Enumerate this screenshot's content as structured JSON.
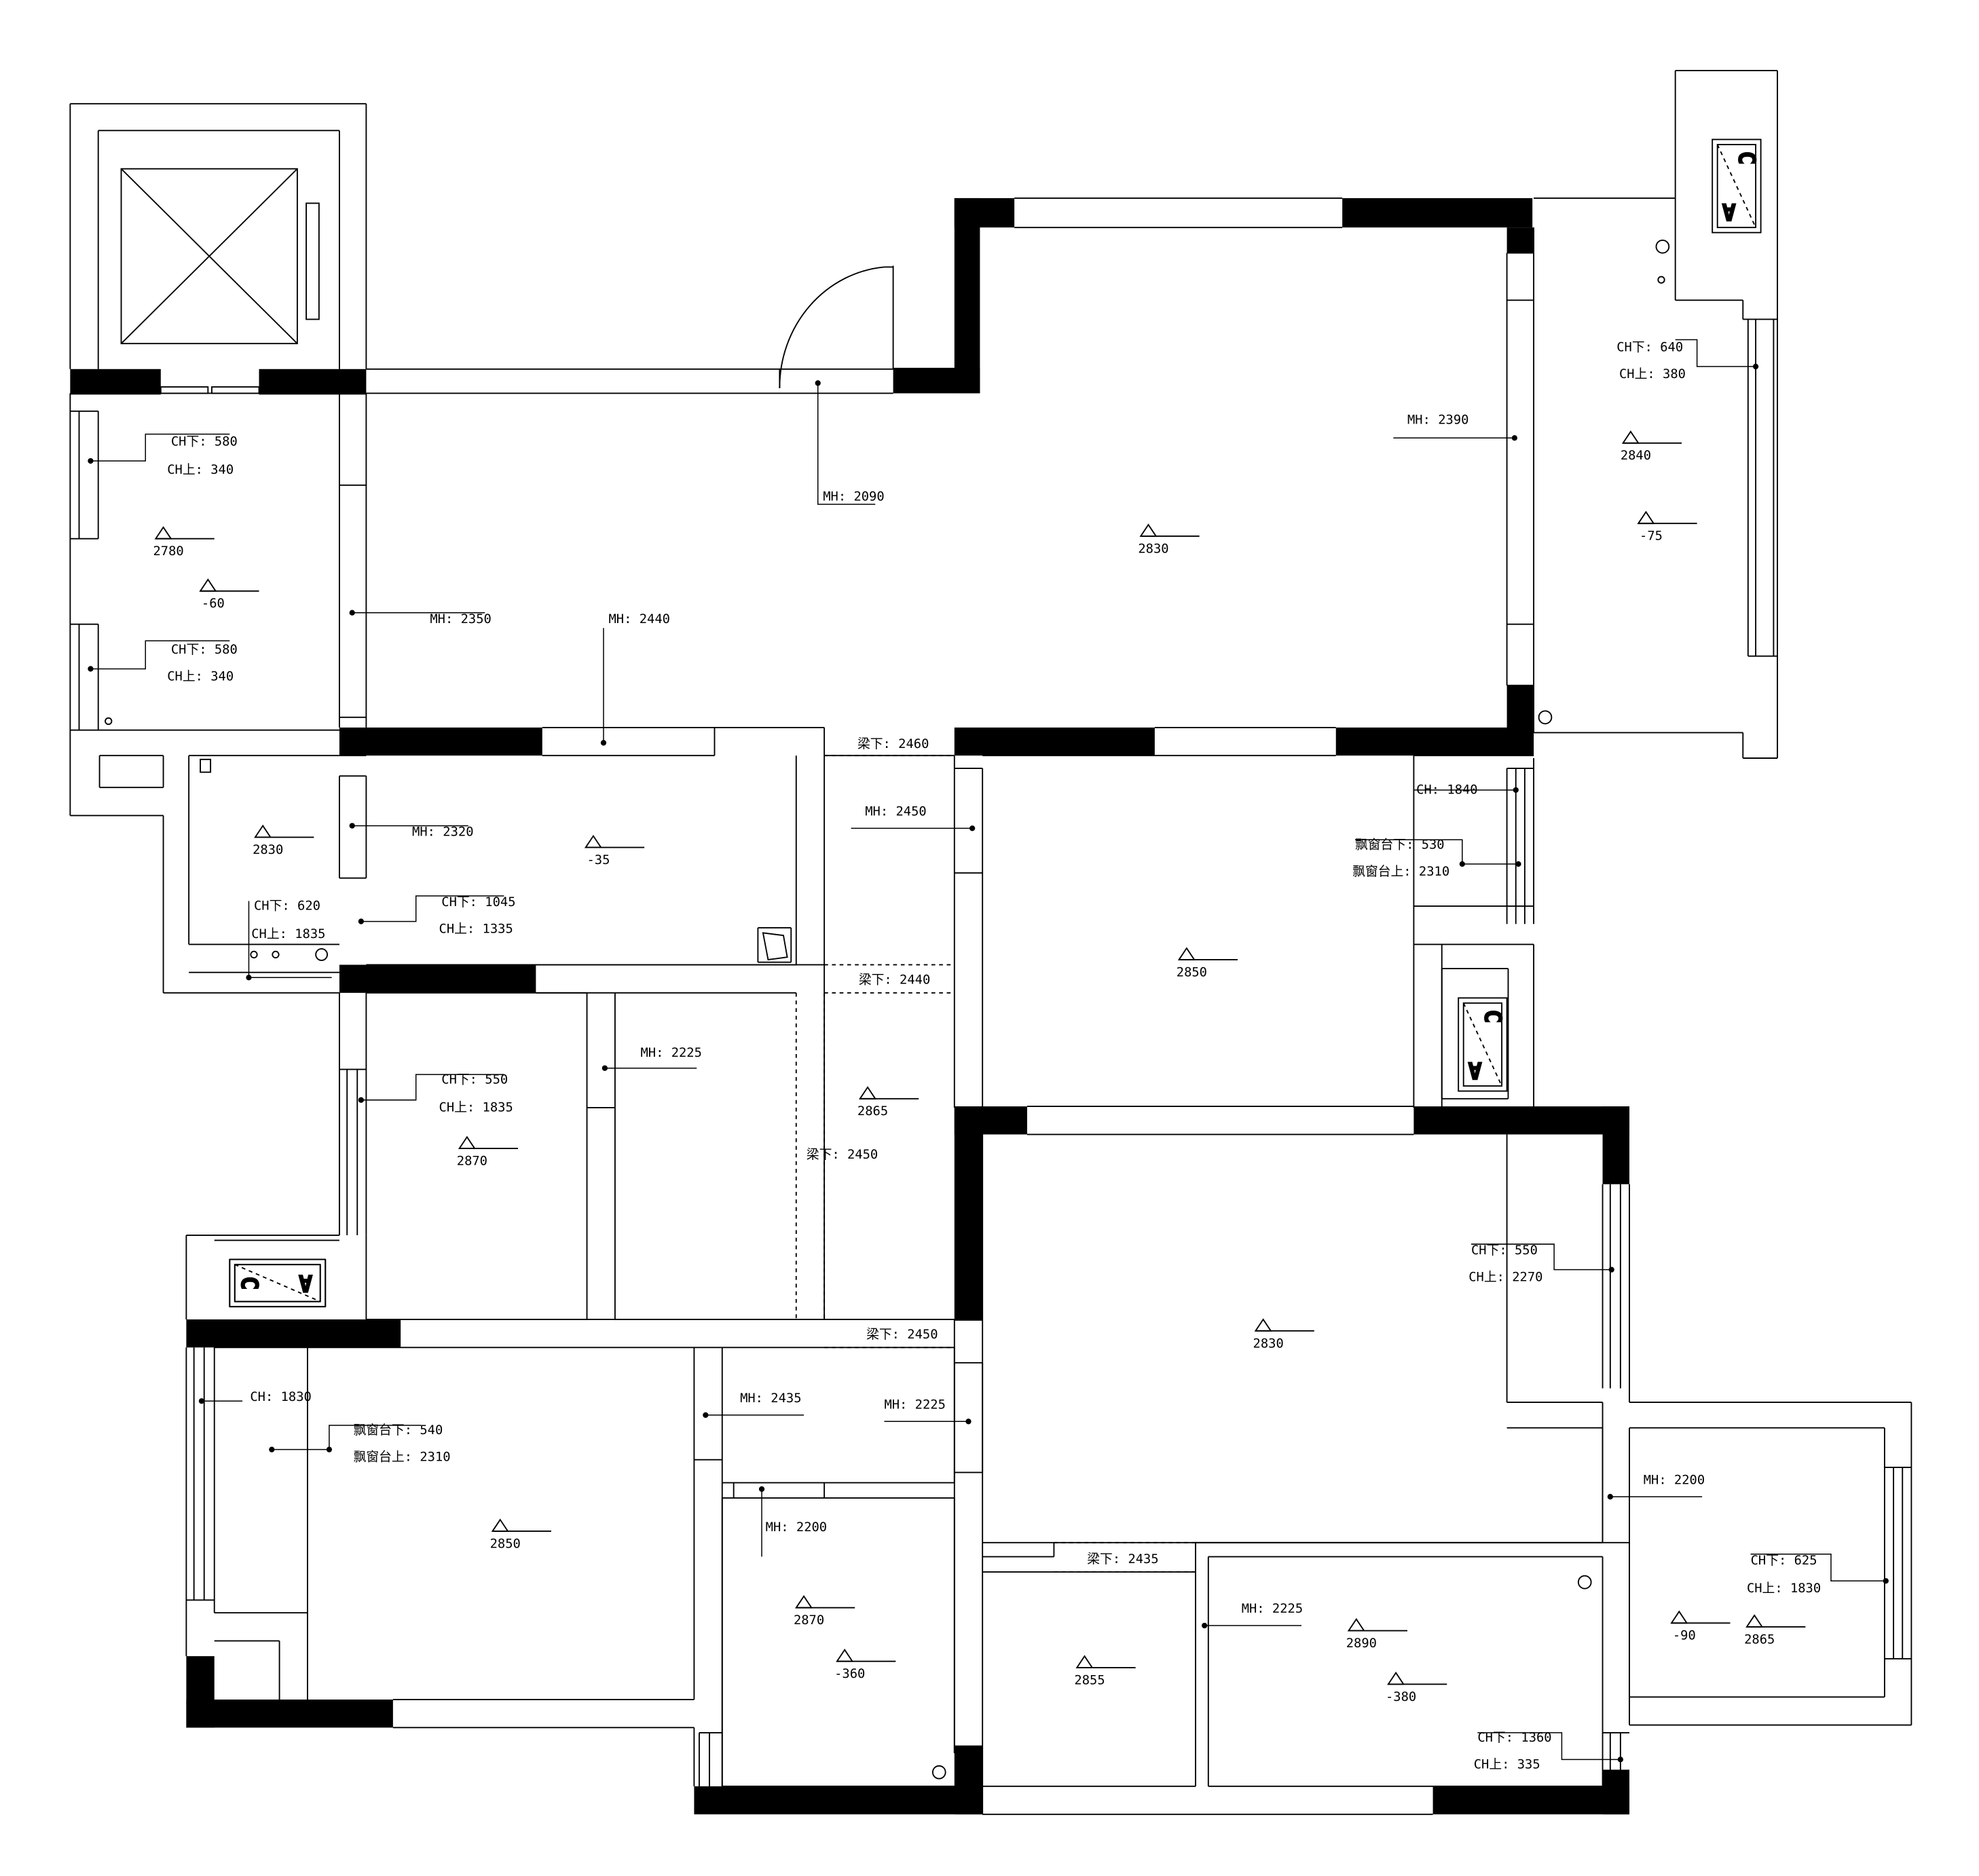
{
  "plan": {
    "colors": {
      "wall": "#000000",
      "line": "#000000",
      "background": "#ffffff"
    },
    "symbols": {
      "elevator": "elevator-icon",
      "door": "door-swing-icon",
      "level": "level-triangle-icon",
      "shaft": "shaft-box-icon"
    },
    "shafts": [
      {
        "top": "C",
        "bottom": "A"
      },
      {
        "top": "C",
        "bottom": "A"
      },
      {
        "top": "C",
        "bottom": "A"
      }
    ],
    "mh_labels": [
      "MH: 2090",
      "MH: 2390",
      "MH: 2350",
      "MH: 2440",
      "MH: 2320",
      "MH: 2450",
      "MH: 2225",
      "MH: 2435",
      "MH: 2225",
      "MH: 2200",
      "MH: 2225",
      "MH: 2200"
    ],
    "beam_labels": [
      "梁下: 2460",
      "梁下: 2440",
      "梁下: 2450",
      "梁下: 2450",
      "梁下: 2435"
    ],
    "ch_labels": [
      "CH下: 580",
      "CH上: 340",
      "CH下: 580",
      "CH上: 340",
      "CH下: 640",
      "CH上: 380",
      "CH下: 620",
      "CH上: 1835",
      "CH下: 1045",
      "CH上: 1335",
      "CH: 1840",
      "CH下: 550",
      "CH上: 1835",
      "CH下: 550",
      "CH上: 2270",
      "CH: 1830",
      "CH下: 625",
      "CH上: 1830",
      "CH下: 1360",
      "CH上: 335"
    ],
    "bay_labels": [
      "飘窗台下: 530",
      "飘窗台上: 2310",
      "飘窗台下: 540",
      "飘窗台上: 2310"
    ],
    "levels": [
      "2780",
      "-60",
      "2830",
      "2840",
      "-75",
      "2830",
      "-35",
      "2850",
      "2870",
      "2865",
      "2830",
      "2850",
      "2870",
      "-360",
      "2855",
      "2890",
      "-380",
      "-90",
      "2865"
    ]
  }
}
